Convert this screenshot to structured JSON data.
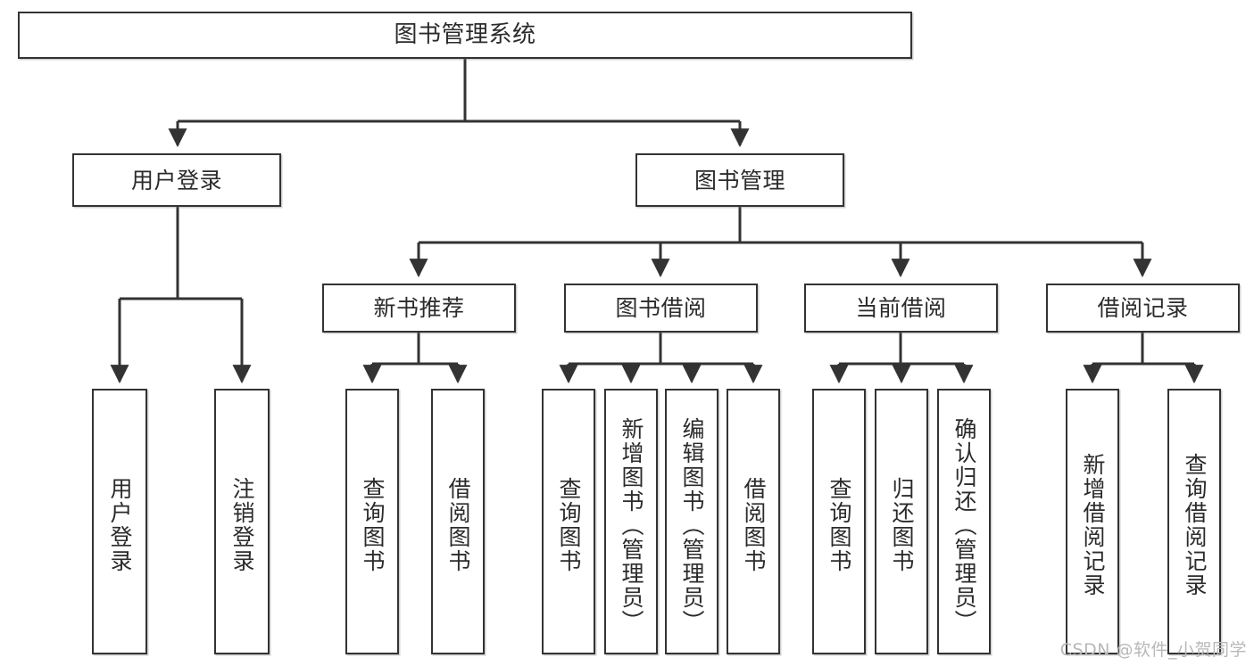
{
  "diagram": {
    "type": "tree",
    "title": "图书管理系统",
    "colors": {
      "stroke": "#333333",
      "text": "#2b2b2b",
      "background": "#ffffff",
      "watermark": "#b8b8b8"
    },
    "root": {
      "label": "图书管理系统"
    },
    "level2": [
      {
        "id": "user-login",
        "label": "用户登录"
      },
      {
        "id": "book-manage",
        "label": "图书管理"
      }
    ],
    "level3": [
      {
        "id": "new-book-recommend",
        "label": "新书推荐",
        "parent": "book-manage"
      },
      {
        "id": "book-borrow",
        "label": "图书借阅",
        "parent": "book-manage"
      },
      {
        "id": "current-borrow",
        "label": "当前借阅",
        "parent": "book-manage"
      },
      {
        "id": "borrow-record",
        "label": "借阅记录",
        "parent": "book-manage"
      }
    ],
    "leaves": [
      {
        "id": "leaf-user-login",
        "label": "用户登录",
        "parent": "user-login"
      },
      {
        "id": "leaf-user-logout",
        "label": "注销登录",
        "parent": "user-login"
      },
      {
        "id": "leaf-query-book-1",
        "label": "查询图书",
        "parent": "new-book-recommend"
      },
      {
        "id": "leaf-borrow-book-1",
        "label": "借阅图书",
        "parent": "new-book-recommend"
      },
      {
        "id": "leaf-query-book-2",
        "label": "查询图书",
        "parent": "book-borrow"
      },
      {
        "id": "leaf-add-book",
        "label": "新增图书（管理员）",
        "parent": "book-borrow"
      },
      {
        "id": "leaf-edit-book",
        "label": "编辑图书（管理员）",
        "parent": "book-borrow"
      },
      {
        "id": "leaf-borrow-book-2",
        "label": "借阅图书",
        "parent": "book-borrow"
      },
      {
        "id": "leaf-query-book-3",
        "label": "查询图书",
        "parent": "current-borrow"
      },
      {
        "id": "leaf-return-book",
        "label": "归还图书",
        "parent": "current-borrow"
      },
      {
        "id": "leaf-confirm-return",
        "label": "确认归还（管理员）",
        "parent": "current-borrow"
      },
      {
        "id": "leaf-add-record",
        "label": "新增借阅记录",
        "parent": "borrow-record"
      },
      {
        "id": "leaf-query-record",
        "label": "查询借阅记录",
        "parent": "borrow-record"
      }
    ],
    "watermark": "CSDN @软件_小贺同学"
  }
}
